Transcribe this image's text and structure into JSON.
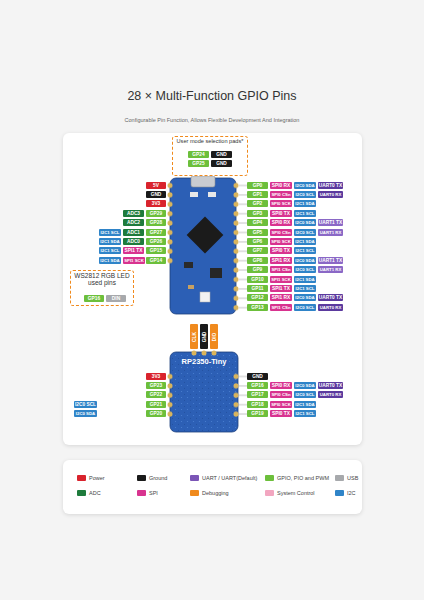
{
  "diagram": {
    "title": "28 × Multi-Function GPIO Pins",
    "nodes": [
      {
        "text": [
          "User mode selection pads*"
        ]
      },
      {
        "text": [
          "GP24"
        ],
        "in": 0
      },
      {
        "text": [
          "GND"
        ],
        "in": 0
      },
      {
        "text": [
          "GP25"
        ],
        "in": 0
      },
      {
        "text": [
          "GND"
        ],
        "in": 0
      },
      {
        "text": [
          "5V"
        ]
      },
      {
        "text": [
          "GND"
        ]
      },
      {
        "text": [
          "3V3"
        ]
      },
      {
        "text": [
          "ADC3"
        ]
      },
      {
        "text": [
          "GP29"
        ]
      },
      {
        "text": [
          "ADC2"
        ]
      },
      {
        "text": [
          "GP28"
        ]
      },
      {
        "text": [
          "I2C1 SCL"
        ]
      },
      {
        "text": [
          "ADC1"
        ]
      },
      {
        "text": [
          "GP27"
        ]
      },
      {
        "text": [
          "I2C1 SDA"
        ]
      },
      {
        "text": [
          "ADC0"
        ]
      },
      {
        "text": [
          "GP26"
        ]
      },
      {
        "text": [
          "I2C1 SCL"
        ]
      },
      {
        "text": [
          "SPI1 TX"
        ]
      },
      {
        "text": [
          "GP15"
        ]
      },
      {
        "text": [
          "I2C1 SDA"
        ]
      },
      {
        "text": [
          "SPI1 SCK"
        ]
      },
      {
        "text": [
          "GP14"
        ]
      },
      {
        "text": [
          "WS2812 RGB LED used pins"
        ]
      },
      {
        "text": [
          "GP16"
        ],
        "in": 24
      },
      {
        "text": [
          "DIN"
        ],
        "in": 24
      },
      {
        "text": [
          "GP0"
        ]
      },
      {
        "text": [
          "SPI0 RX"
        ]
      },
      {
        "text": [
          "I2C0 SDA"
        ]
      },
      {
        "text": [
          "UART0 TX"
        ]
      },
      {
        "text": [
          "GP1"
        ]
      },
      {
        "text": [
          "SPI0 CSn"
        ]
      },
      {
        "text": [
          "I2C0 SCL"
        ]
      },
      {
        "text": [
          "UART0 RX"
        ]
      },
      {
        "text": [
          "GP2"
        ]
      },
      {
        "text": [
          "SPI0 SCK"
        ]
      },
      {
        "text": [
          "I2C1 SDA"
        ]
      },
      {
        "text": [
          "GP3"
        ]
      },
      {
        "text": [
          "SPI0 TX"
        ]
      },
      {
        "text": [
          "I2C1 SCL"
        ]
      },
      {
        "text": [
          "GP4"
        ]
      },
      {
        "text": [
          "SPI0 RX"
        ]
      },
      {
        "text": [
          "I2C0 SDA"
        ]
      },
      {
        "text": [
          "UART1 TX"
        ]
      },
      {
        "text": [
          "GP5"
        ]
      },
      {
        "text": [
          "SPI0 CSn"
        ]
      },
      {
        "text": [
          "I2C0 SCL"
        ]
      },
      {
        "text": [
          "UART1 RX"
        ]
      },
      {
        "text": [
          "GP6"
        ]
      },
      {
        "text": [
          "SPI0 SCK"
        ]
      },
      {
        "text": [
          "I2C1 SDA"
        ]
      },
      {
        "text": [
          "GP7"
        ]
      },
      {
        "text": [
          "SPI0 TX"
        ]
      },
      {
        "text": [
          "I2C1 SCL"
        ]
      },
      {
        "text": [
          "GP8"
        ]
      },
      {
        "text": [
          "SPI1 RX"
        ]
      },
      {
        "text": [
          "I2C0 SDA"
        ]
      },
      {
        "text": [
          "UART1 TX"
        ]
      },
      {
        "text": [
          "GP9"
        ]
      },
      {
        "text": [
          "SPI1 CSn"
        ]
      },
      {
        "text": [
          "I2C0 SCL"
        ]
      },
      {
        "text": [
          "UART1 RX"
        ]
      },
      {
        "text": [
          "GP10"
        ]
      },
      {
        "text": [
          "SPI1 SCK"
        ]
      },
      {
        "text": [
          "I2C1 SDA"
        ]
      },
      {
        "text": [
          "GP11"
        ]
      },
      {
        "text": [
          "SPI1 TX"
        ]
      },
      {
        "text": [
          "I2C1 SCL"
        ]
      },
      {
        "text": [
          "GP12"
        ]
      },
      {
        "text": [
          "SPI1 RX"
        ]
      },
      {
        "text": [
          "I2C0 SDA"
        ]
      },
      {
        "text": [
          "UART0 TX"
        ]
      },
      {
        "text": [
          "GP13"
        ]
      },
      {
        "text": [
          "SPI1 CSn"
        ]
      },
      {
        "text": [
          "I2C0 SCL"
        ]
      },
      {
        "text": [
          "UART0 RX"
        ]
      },
      {
        "text": [
          "CLK"
        ]
      },
      {
        "text": [
          "GND"
        ]
      },
      {
        "text": [
          "DIO"
        ]
      },
      {
        "text": [
          "3V3"
        ]
      },
      {
        "text": [
          "GP23"
        ]
      },
      {
        "text": [
          "GP22"
        ]
      },
      {
        "text": [
          "I2C0 SCL"
        ]
      },
      {
        "text": [
          "GP21"
        ]
      },
      {
        "text": [
          "I2C0 SDA"
        ]
      },
      {
        "text": [
          "GP20"
        ]
      },
      {
        "text": [
          "GND"
        ]
      },
      {
        "text": [
          "GP16"
        ]
      },
      {
        "text": [
          "SPI0 RX"
        ]
      },
      {
        "text": [
          "I2C0 SDA"
        ]
      },
      {
        "text": [
          "UART0 TX"
        ]
      },
      {
        "text": [
          "GP17"
        ]
      },
      {
        "text": [
          "SPI0 CSn"
        ]
      },
      {
        "text": [
          "I2C0 SCL"
        ]
      },
      {
        "text": [
          "UART0 RX"
        ]
      },
      {
        "text": [
          "GP18"
        ]
      },
      {
        "text": [
          "SPI0 SCK"
        ]
      },
      {
        "text": [
          "I2C1 SDA"
        ]
      },
      {
        "text": [
          "GP19"
        ]
      },
      {
        "text": [
          "SPI0 TX"
        ]
      },
      {
        "text": [
          "I2C1 SCL"
        ]
      }
    ],
    "labels": [
      "Configurable Pin Function, Allows Flexible Development And Integration",
      "RP2350-Tiny"
    ],
    "legend": [
      {
        "text": "Power",
        "color": "#d9232d"
      },
      {
        "text": "Ground",
        "color": "#1a1a1a"
      },
      {
        "text": "UART / UART(Default)",
        "color": "#7b55b6"
      },
      {
        "text": "GPIO, PIO and PWM",
        "color": "#6cbf3b"
      },
      {
        "text": "USB",
        "color": "#a7a9ac"
      },
      {
        "text": "ADC",
        "color": "#1e7b3c"
      },
      {
        "text": "SPI",
        "color": "#d8338f"
      },
      {
        "text": "Debugging",
        "color": "#f08a1d"
      },
      {
        "text": "System Control",
        "color": "#f2a6c0"
      },
      {
        "text": "I2C",
        "color": "#2f84c8"
      }
    ]
  }
}
